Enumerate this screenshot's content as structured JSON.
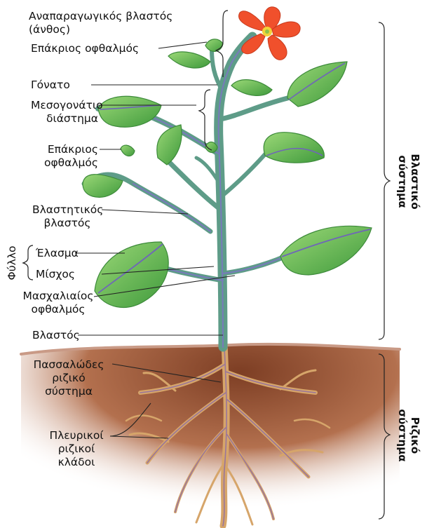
{
  "labels": {
    "flower_l1": "Αναπαραγωγικός βλαστός",
    "flower_l2": "(άνθος)",
    "apical_bud_top": "Επάκριος οφθαλμός",
    "node": "Γόνατο",
    "internode_l1": "Μεσογονάτιο",
    "internode_l2": "διάστημα",
    "apical_bud_l1": "Επάκριος",
    "apical_bud_l2": "οφθαλμός",
    "veg_shoot_l1": "Βλαστητικός",
    "veg_shoot_l2": "βλαστός",
    "leaf": "Φύλλο",
    "blade": "Έλασμα",
    "petiole": "Μίσχος",
    "axillary_l1": "Μασχαλιαίος",
    "axillary_l2": "οφθαλμός",
    "stem": "Βλαστός",
    "taproot_l1": "Πασσαλώδες",
    "taproot_l2": "ριζικό",
    "taproot_l3": "σύστημα",
    "lateral_l1": "Πλευρικοί",
    "lateral_l2": "ριζικοί",
    "lateral_l3": "κλάδοι"
  },
  "systems": {
    "shoot_l1": "Βλαστικό",
    "shoot_l2": "σύστημα",
    "root_l1": "Ριζικό",
    "root_l2": "σύστημα"
  },
  "colors": {
    "soil": "#a85c3a",
    "soil_dark": "#7a3d24",
    "stem": "#5e9c88",
    "vein": "#7a6cc4",
    "leaf": "#5fb350",
    "leaf_light": "#8cd06a",
    "petal": "#f0502c",
    "flower_center": "#f2d23a",
    "root": "#d9a86a",
    "root_purple": "#8a6aa8",
    "line": "#222222"
  }
}
